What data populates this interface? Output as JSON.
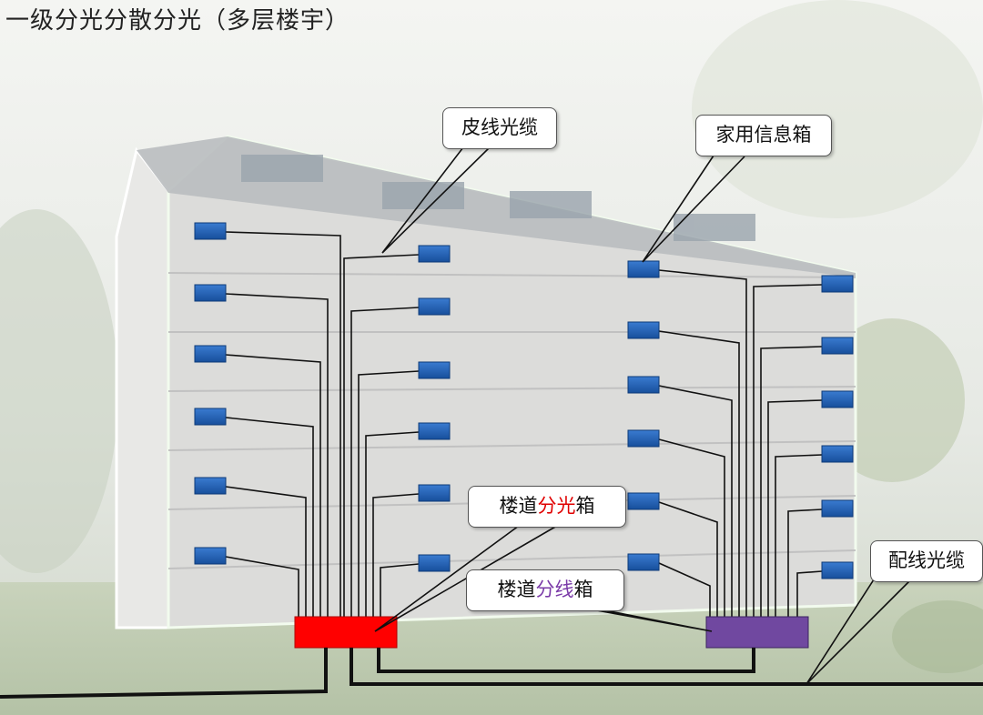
{
  "title": "一级分光分散分光（多层楼宇）",
  "callouts": {
    "pixian": "皮线光缆",
    "xinxixiang": "家用信息箱",
    "fenguang_pre": "楼道",
    "fenguang_hl": "分光",
    "fenguang_post": "箱",
    "fenxian_pre": "楼道",
    "fenxian_hl": "分线",
    "fenxian_post": "箱",
    "peixian": "配线光缆"
  },
  "colors": {
    "splitter_box": "#ff0000",
    "distribution_box": "#7048a0",
    "info_box": "#1f5fb4",
    "highlight_red": "#e00000",
    "highlight_purple": "#7a3aa8"
  }
}
